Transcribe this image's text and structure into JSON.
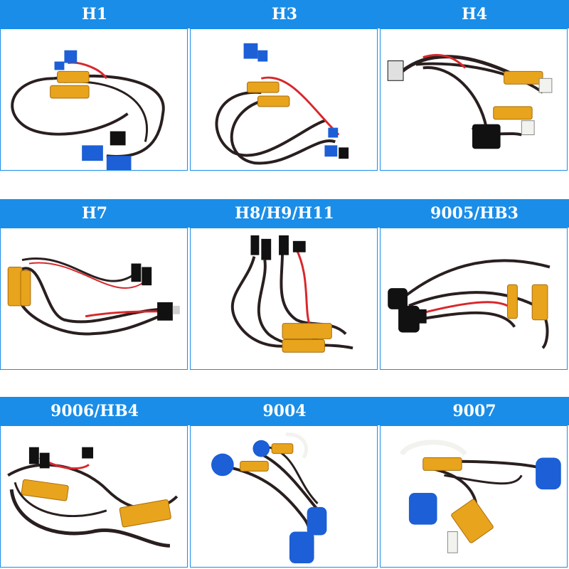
{
  "colors": {
    "header": "#1a8de8",
    "wire": "#2a1f1f",
    "wire_red": "#d8272c",
    "resistor": "#e8a41c",
    "connector_blue": "#1c5fd6",
    "connector_black": "#111111",
    "connector_white": "#f2f2ee"
  },
  "rows": [
    {
      "products": [
        {
          "label": "H1",
          "connector": "blue",
          "icon": "h1-harness-photo"
        },
        {
          "label": "H3",
          "connector": "blue",
          "icon": "h3-harness-photo"
        },
        {
          "label": "H4",
          "connector": "black",
          "icon": "h4-harness-photo"
        }
      ]
    },
    {
      "products": [
        {
          "label": "H7",
          "connector": "black",
          "icon": "h7-harness-photo"
        },
        {
          "label": "H8/H9/H11",
          "connector": "black",
          "icon": "h8-h9-h11-harness-photo"
        },
        {
          "label": "9005/HB3",
          "connector": "black",
          "icon": "9005-hb3-harness-photo"
        }
      ]
    },
    {
      "products": [
        {
          "label": "9006/HB4",
          "connector": "black",
          "icon": "9006-hb4-harness-photo"
        },
        {
          "label": "9004",
          "connector": "blue",
          "icon": "9004-harness-photo"
        },
        {
          "label": "9007",
          "connector": "blue",
          "icon": "9007-harness-photo"
        }
      ]
    }
  ]
}
